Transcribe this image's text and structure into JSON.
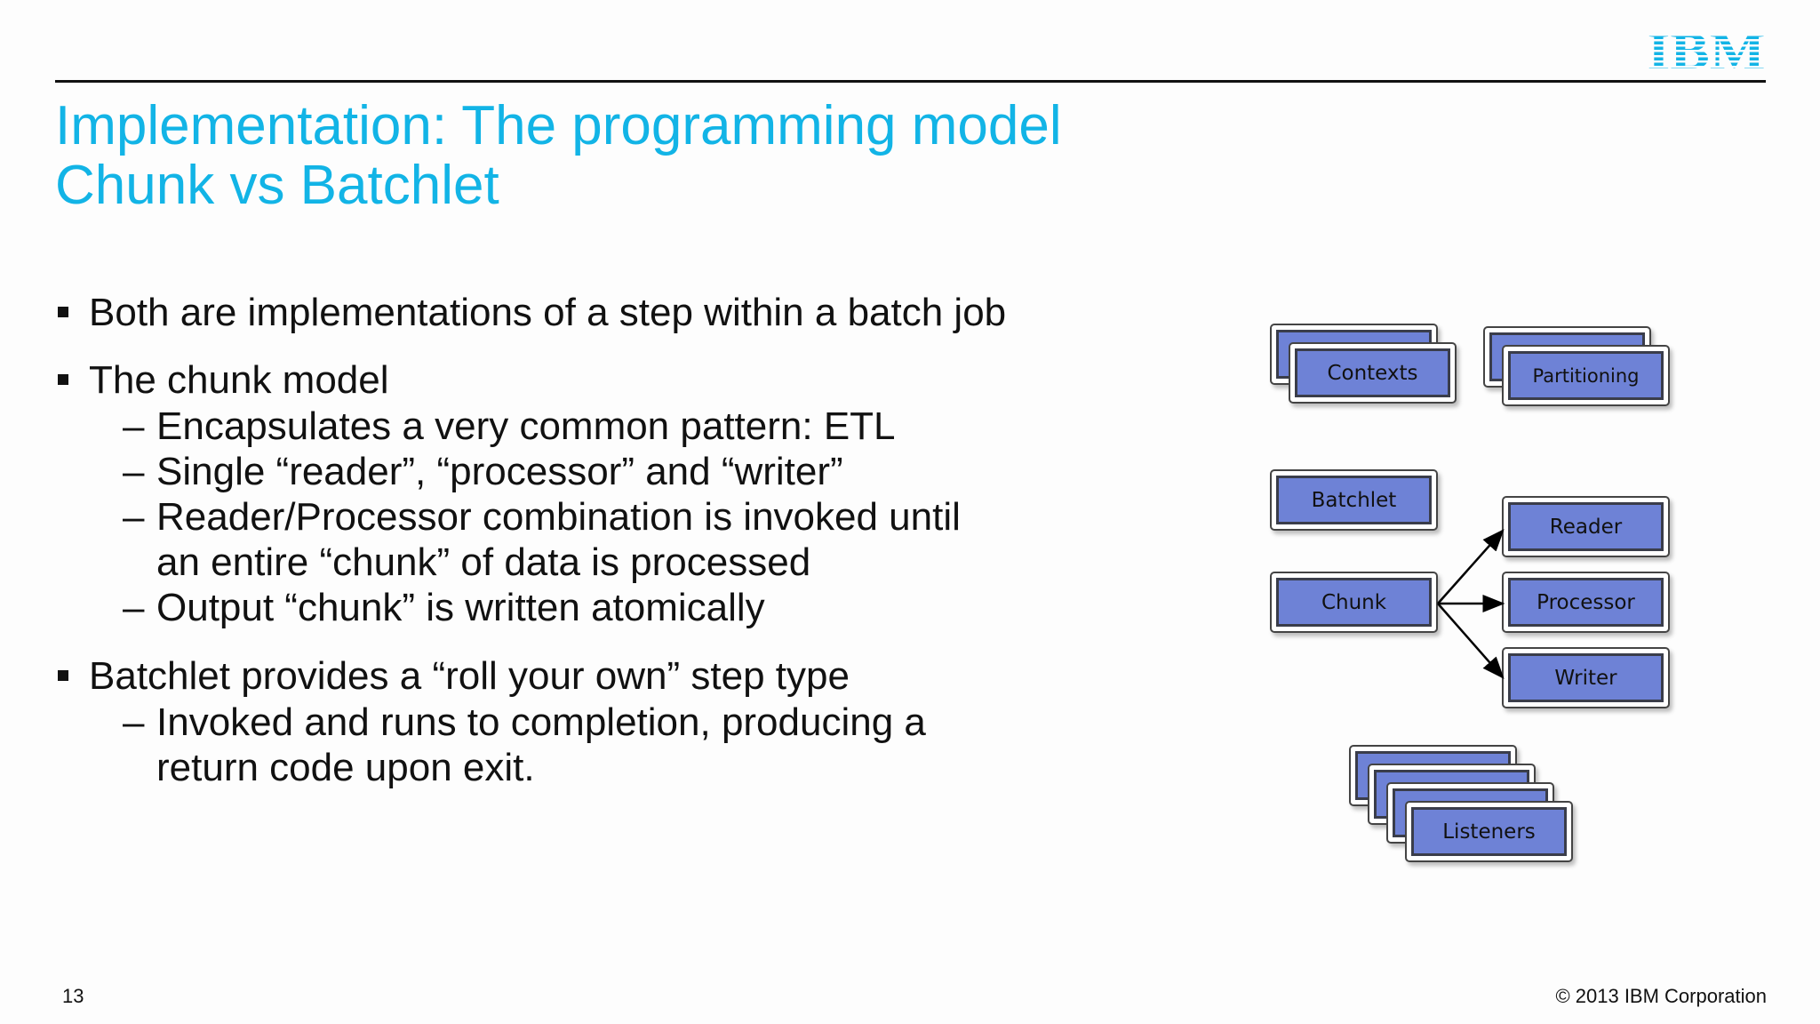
{
  "logo": {
    "text": "IBM",
    "color": "#12b4e6"
  },
  "title": {
    "line1": "Implementation: The programming model",
    "line2": "Chunk vs Batchlet"
  },
  "bullets": [
    {
      "text": "Both are implementations of a step within a batch job"
    },
    {
      "text": "The chunk model",
      "sub": [
        {
          "dash": "–",
          "lines": [
            "Encapsulates a very common pattern: ETL"
          ]
        },
        {
          "dash": "–",
          "lines": [
            "Single “reader”, “processor” and “writer”"
          ]
        },
        {
          "dash": "–",
          "lines": [
            "Reader/Processor combination is invoked until",
            "an entire “chunk” of data is processed"
          ]
        },
        {
          "dash": "–",
          "lines": [
            "Output “chunk” is written atomically"
          ]
        }
      ]
    },
    {
      "text": "Batchlet provides a “roll your own” step type",
      "sub": [
        {
          "dash": "–",
          "lines": [
            "Invoked and runs to completion, producing a",
            "return code upon exit."
          ]
        }
      ]
    }
  ],
  "diagram": {
    "box_color": "#6e82d6",
    "contexts": "Contexts",
    "partitioning": "Partitioning",
    "batchlet": "Batchlet",
    "chunk": "Chunk",
    "reader": "Reader",
    "processor": "Processor",
    "writer": "Writer",
    "listeners": "Listeners"
  },
  "footer": {
    "page_number": "13",
    "copyright": "© 2013 IBM Corporation"
  }
}
